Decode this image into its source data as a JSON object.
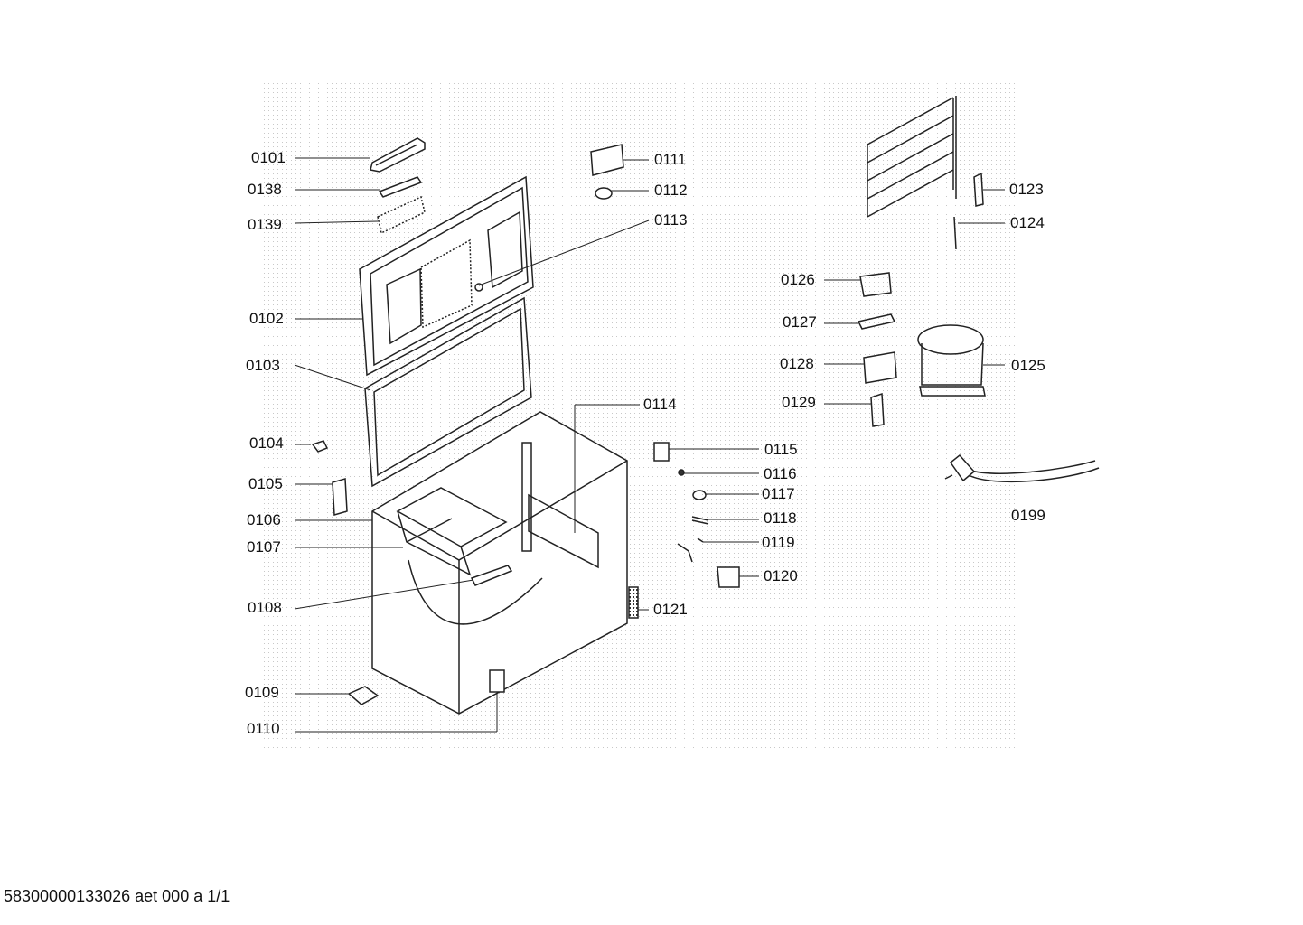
{
  "diagram": {
    "part_labels": [
      "0101",
      "0138",
      "0139",
      "0102",
      "0103",
      "0104",
      "0105",
      "0106",
      "0107",
      "0108",
      "0109",
      "0110",
      "0111",
      "0112",
      "0113",
      "0114",
      "0115",
      "0116",
      "0117",
      "0118",
      "0119",
      "0120",
      "0121",
      "0123",
      "0124",
      "0126",
      "0127",
      "0128",
      "0129",
      "0125",
      "0199"
    ]
  },
  "footer": {
    "code": "58300000133026 aet 000 a 1/1"
  },
  "colors": {
    "line": "#222222",
    "dots": "#c8c8c8",
    "fill": "#ffffff"
  }
}
